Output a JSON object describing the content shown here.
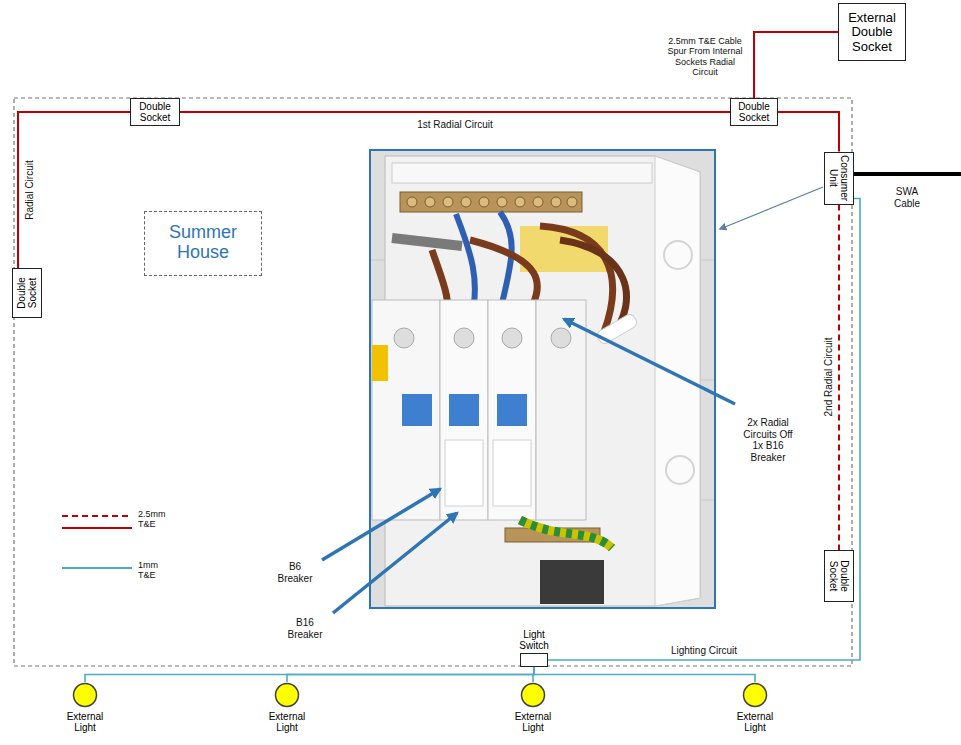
{
  "diagram": {
    "nodes": [
      {
        "text": [
          "External Double Socket"
        ]
      },
      {
        "text": [
          "Double Socket"
        ]
      },
      {
        "text": [
          "Double Socket"
        ]
      },
      {
        "text": [
          "Consumer Unit"
        ]
      },
      {
        "text": [
          "Summer House"
        ]
      },
      {
        "text": [
          "Double Socket"
        ]
      },
      {
        "text": [
          "Double Socket"
        ]
      },
      {
        "text": [
          "Light Switch"
        ]
      },
      {
        "text": [
          "External Light"
        ]
      },
      {
        "text": [
          "External Light"
        ]
      },
      {
        "text": [
          "External Light"
        ]
      },
      {
        "text": [
          "External Light"
        ]
      }
    ],
    "edges": [
      {
        "from": 3,
        "to": 2,
        "arrow": "none"
      },
      {
        "from": 2,
        "to": 1,
        "label": "1st Radial Circuit",
        "arrow": "none"
      },
      {
        "from": 1,
        "to": 5,
        "label": "Radial Circuit",
        "arrow": "none"
      },
      {
        "from": 2,
        "to": 0,
        "arrow": "none"
      },
      {
        "from": 3,
        "to": 6,
        "label": "2nd Radial Circuit",
        "arrow": "none"
      },
      {
        "from": 3,
        "to": 7,
        "label": "Lighting Circuit",
        "arrow": "none"
      },
      {
        "from": 7,
        "to": 8,
        "arrow": "none"
      },
      {
        "from": 7,
        "to": 9,
        "arrow": "none"
      },
      {
        "from": 7,
        "to": 10,
        "arrow": "none"
      },
      {
        "from": 7,
        "to": 11,
        "arrow": "none"
      }
    ],
    "labels": [
      "2.5mm T&E Cable Spur From Internal Sockets Radial Circuit",
      "SWA Cable",
      "2x Radial Circuits Off 1x B16 Breaker",
      "B6 Breaker",
      "B16 Breaker"
    ],
    "legend": [
      {
        "text": "2.5mm T&E"
      },
      {
        "text": "1mm T&E"
      }
    ]
  }
}
